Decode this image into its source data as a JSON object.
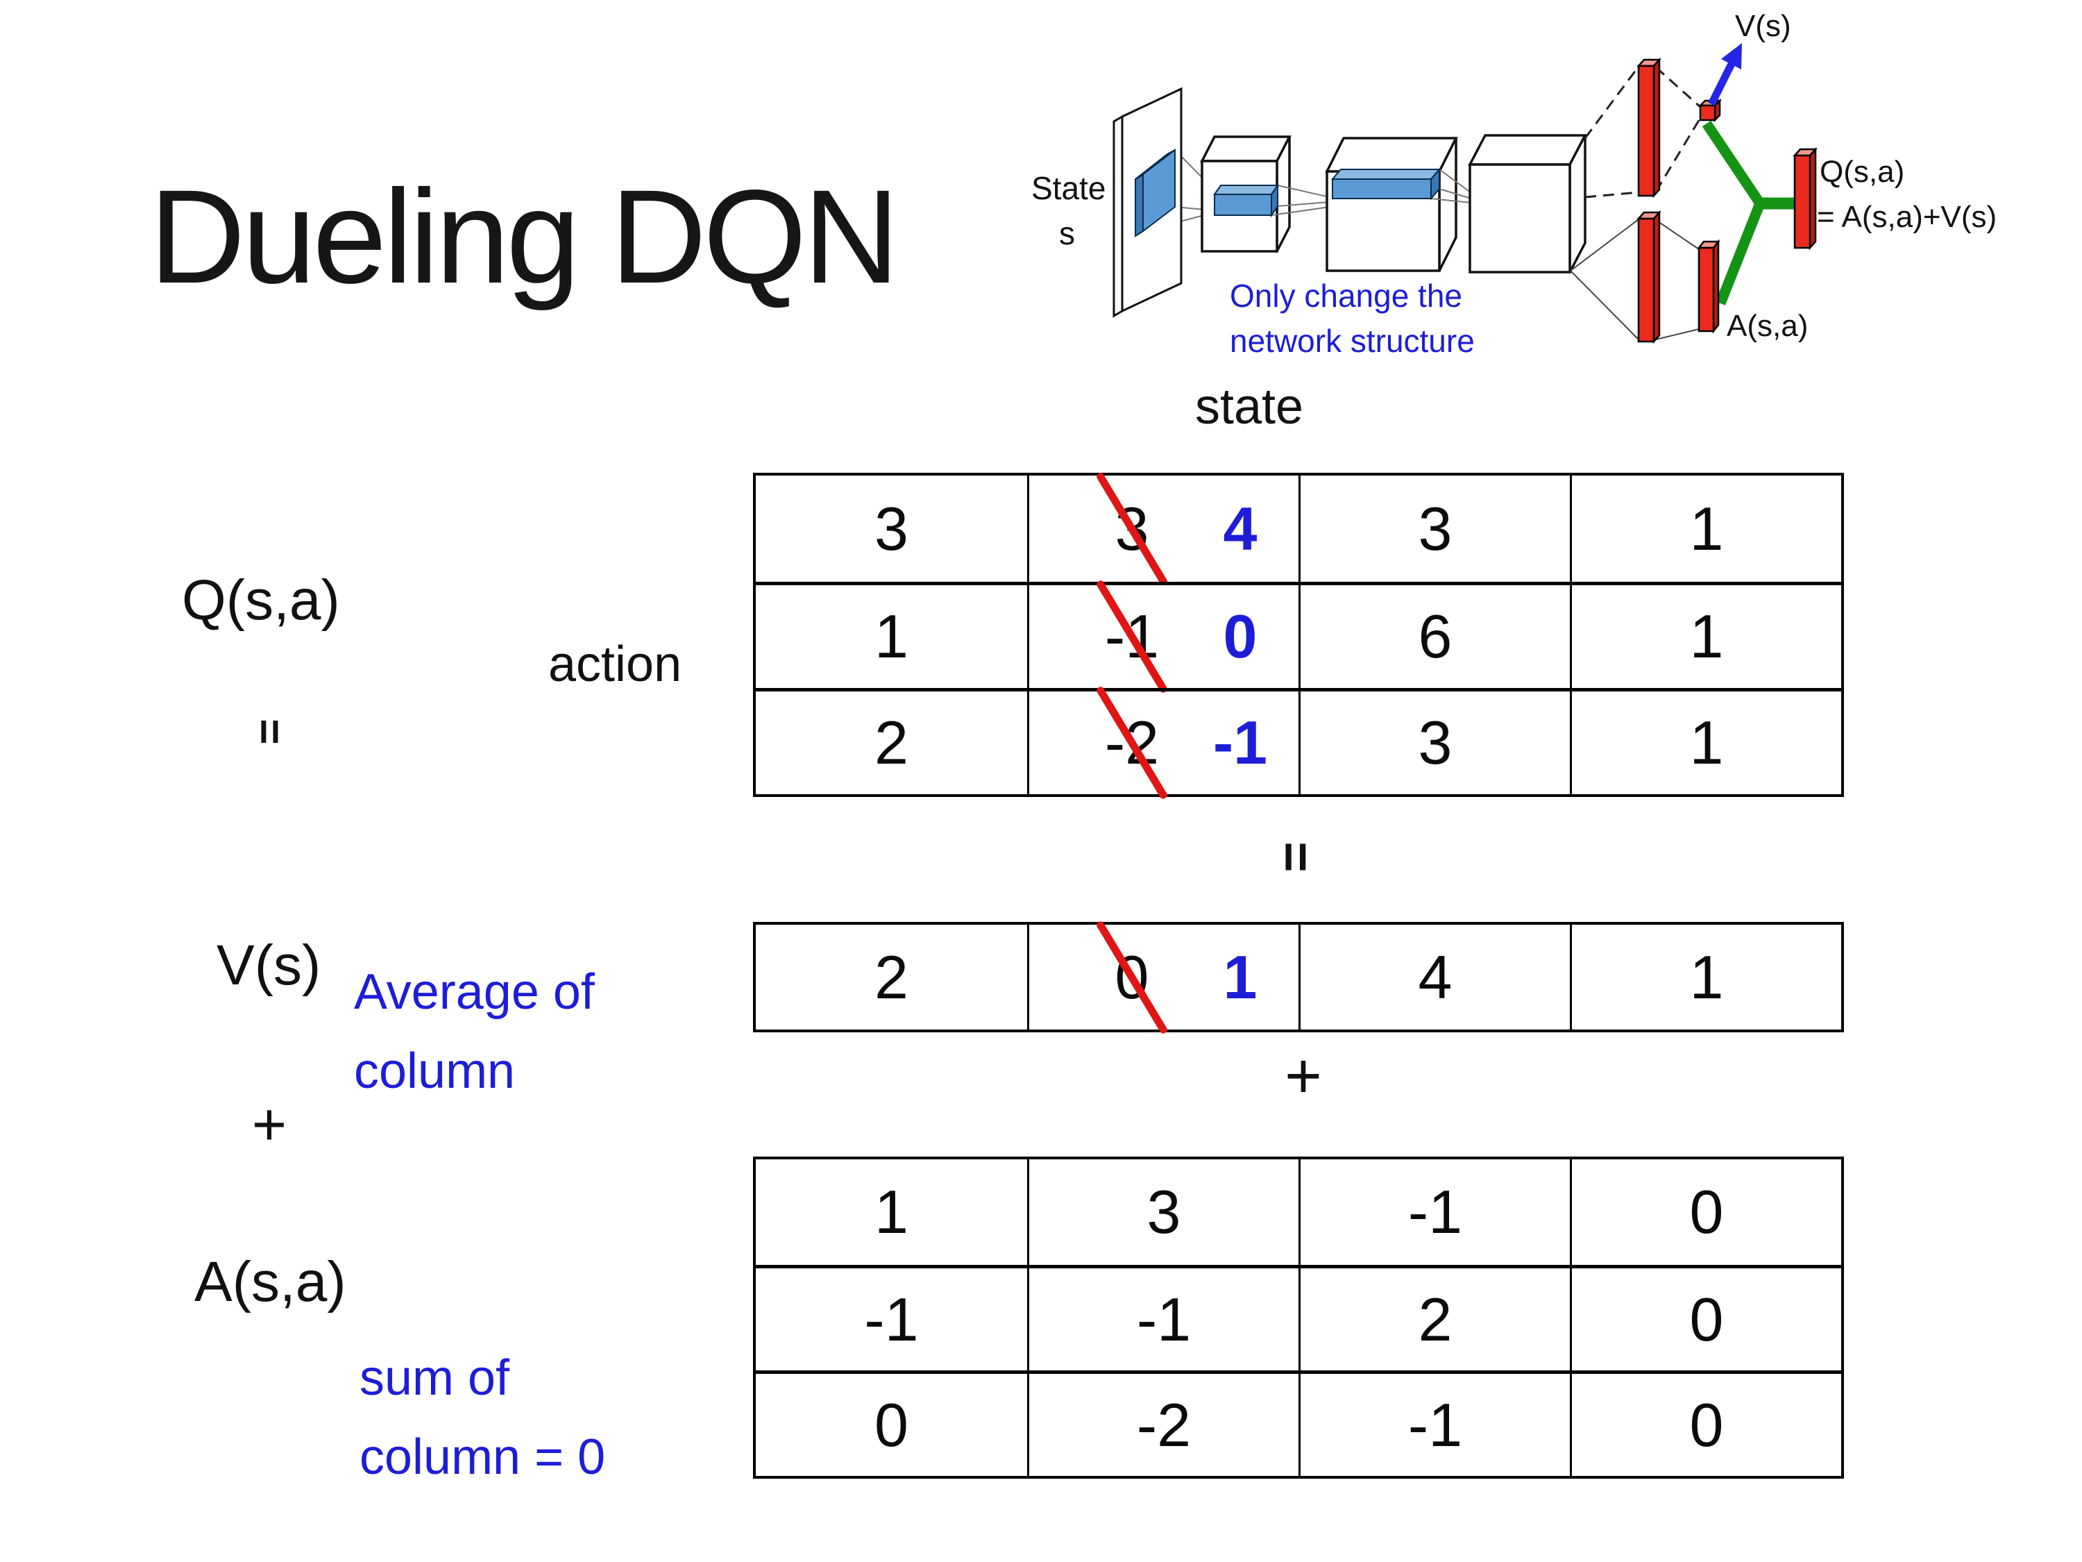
{
  "title": "Dueling DQN",
  "diagram": {
    "state_line1": "State",
    "state_line2": "s",
    "note_line1": "Only change the",
    "note_line2": "network structure",
    "v_output_label": "V(s)",
    "q_output_label_line1": "Q(s,a)",
    "q_output_label_line2": "= A(s,a)+V(s)",
    "a_output_label": "A(s,a)"
  },
  "labels": {
    "state_axis": "state",
    "action_axis": "action",
    "q_term": "Q(s,a)",
    "equals_left": "=",
    "v_term": "V(s)",
    "plus_left": "+",
    "a_term": "A(s,a)",
    "avg_note_line1": "Average of",
    "avg_note_line2": "column",
    "sum_note_line1": "sum of",
    "sum_note_line2": "column = 0",
    "equals_mid": "=",
    "plus_mid": "+"
  },
  "tables": {
    "q": {
      "name": "Q(s,a) table",
      "rows": [
        [
          {
            "v": "3"
          },
          {
            "old": "3",
            "new": "4"
          },
          {
            "v": "3"
          },
          {
            "v": "1"
          }
        ],
        [
          {
            "v": "1"
          },
          {
            "old": "-1",
            "new": "0"
          },
          {
            "v": "6"
          },
          {
            "v": "1"
          }
        ],
        [
          {
            "v": "2"
          },
          {
            "old": "-2",
            "new": "-1"
          },
          {
            "v": "3"
          },
          {
            "v": "1"
          }
        ]
      ]
    },
    "v": {
      "name": "V(s) table",
      "rows": [
        [
          {
            "v": "2"
          },
          {
            "old": "0",
            "new": "1"
          },
          {
            "v": "4"
          },
          {
            "v": "1"
          }
        ]
      ]
    },
    "a": {
      "name": "A(s,a) table",
      "rows": [
        [
          {
            "v": "1"
          },
          {
            "v": "3"
          },
          {
            "v": "-1"
          },
          {
            "v": "0"
          }
        ],
        [
          {
            "v": "-1"
          },
          {
            "v": "-1"
          },
          {
            "v": "2"
          },
          {
            "v": "0"
          }
        ],
        [
          {
            "v": "0"
          },
          {
            "v": "-2"
          },
          {
            "v": "-1"
          },
          {
            "v": "0"
          }
        ]
      ]
    }
  },
  "colors": {
    "annotation_blue": "#1d1dd8",
    "cross_red": "#e01515",
    "bar_red": "#ea2b1e",
    "link_green": "#149414",
    "filter_blue": "#5b9bd5"
  }
}
